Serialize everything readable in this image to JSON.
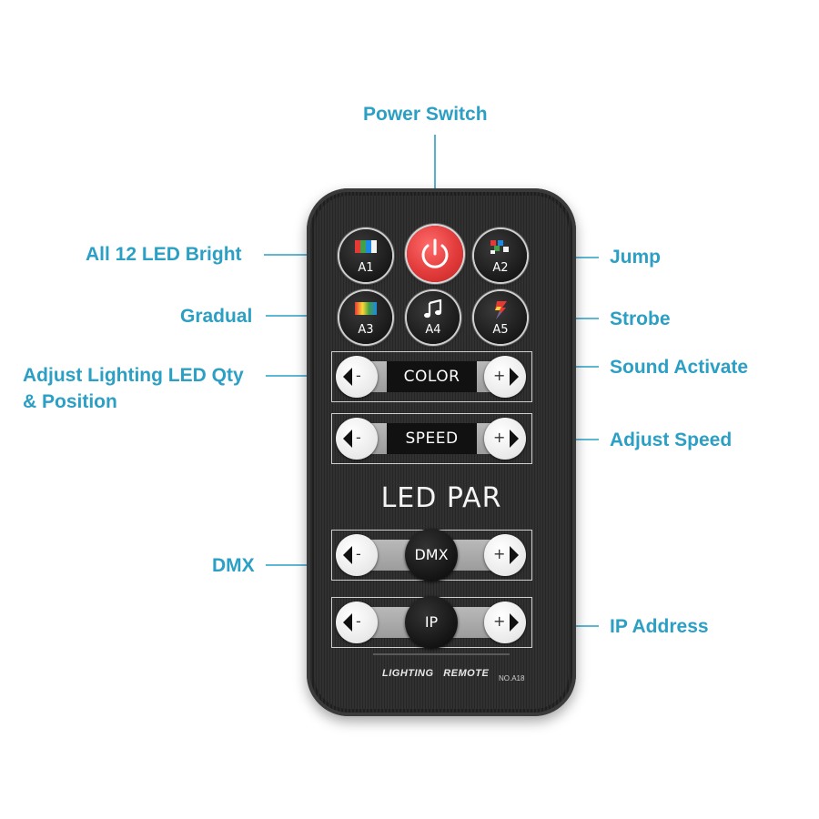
{
  "labels": {
    "power_switch": "Power Switch",
    "all_bright": "All 12 LED Bright",
    "jump": "Jump",
    "gradual": "Gradual",
    "strobe": "Strobe",
    "sound_activate": "Sound Activate",
    "adjust_lighting_line1": "Adjust Lighting LED Qty",
    "adjust_lighting_line2": "& Position",
    "adjust_speed": "Adjust Speed",
    "dmx": "DMX",
    "ip_address": "IP Address"
  },
  "remote": {
    "buttons": {
      "a1": "A1",
      "a2": "A2",
      "a3": "A3",
      "a4": "A4",
      "a5": "A5"
    },
    "color_label": "COLOR",
    "speed_label": "SPEED",
    "dmx_label": "DMX",
    "ip_label": "IP",
    "minus": "-",
    "plus": "+",
    "title": "LED PAR",
    "brand": "LIGHTING   REMOTE",
    "model": "NO.A18"
  },
  "colors": {
    "label": "#2b9fc4",
    "power": "#e23b3b",
    "body": "#262626"
  },
  "icons": {
    "power": "power-icon",
    "music": "music-note-icon",
    "left_arrow": "left-arrow-icon",
    "right_arrow": "right-arrow-icon"
  }
}
